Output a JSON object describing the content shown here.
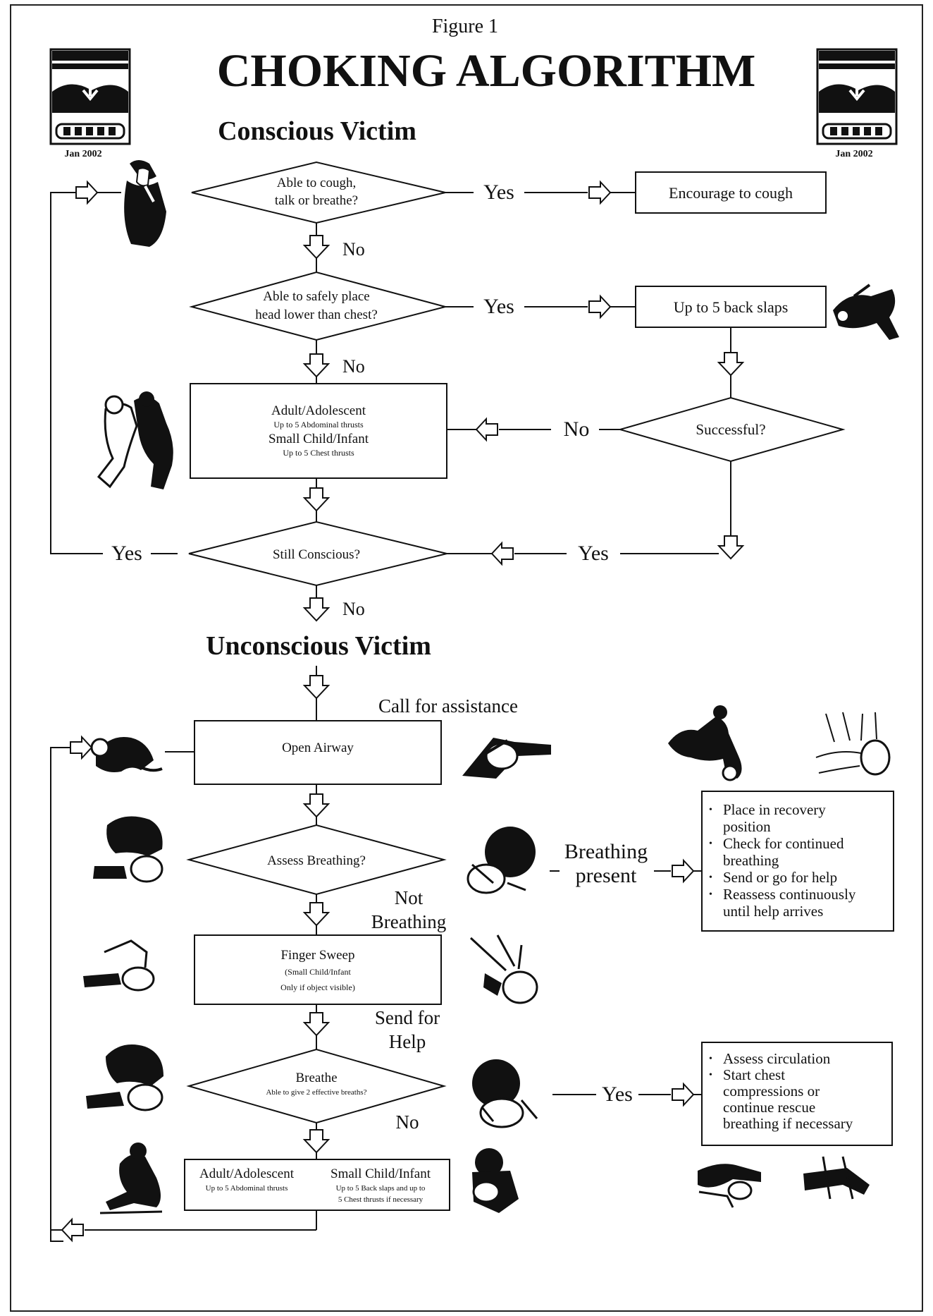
{
  "figure_label": "Figure 1",
  "title": "CHOKING ALGORITHM",
  "logo": {
    "date": "Jan 2002"
  },
  "sections": {
    "conscious": "Conscious Victim",
    "unconscious": "Unconscious Victim"
  },
  "labels": {
    "yes": "Yes",
    "no": "No"
  },
  "conscious": {
    "q_cough": [
      "Able to cough,",
      "talk or breathe?"
    ],
    "encourage": "Encourage to cough",
    "q_head": [
      "Able to safely place",
      "head lower than chest?"
    ],
    "back_slaps": "Up to 5 back slaps",
    "thrusts": {
      "adult_title": "Adult/Adolescent",
      "adult_detail": "Up to 5 Abdominal thrusts",
      "child_title": "Small Child/Infant",
      "child_detail": "Up to 5 Chest thrusts"
    },
    "q_successful": "Successful?",
    "q_still_conscious": "Still Conscious?"
  },
  "unconscious": {
    "call_assistance": "Call for assistance",
    "open_airway": "Open Airway",
    "q_assess_breathing": "Assess Breathing?",
    "breathing_present": [
      "Breathing",
      "present"
    ],
    "not_breathing": [
      "Not",
      "Breathing"
    ],
    "recovery_list": [
      [
        "Place in recovery",
        "position"
      ],
      [
        "Check for continued",
        "breathing"
      ],
      [
        "Send or go for help"
      ],
      [
        "Reassess continuously",
        "until help arrives"
      ]
    ],
    "finger_sweep": {
      "title": "Finger Sweep",
      "line1": "(Small Child/Infant",
      "line2": "Only if object visible)"
    },
    "send_help": [
      "Send for",
      "Help"
    ],
    "breathe": {
      "title": "Breathe",
      "detail": "Able to give 2 effective breaths?"
    },
    "circulation_list": [
      [
        "Assess circulation"
      ],
      [
        "Start chest",
        "compressions or",
        "continue rescue",
        "breathing if necessary"
      ]
    ],
    "final": {
      "adult_title": "Adult/Adolescent",
      "adult_detail": "Up to 5 Abdominal thrusts",
      "child_title": "Small Child/Infant",
      "child_detail_1": "Up to 5 Back slaps and up to",
      "child_detail_2": "5 Chest thrusts if necessary"
    }
  }
}
